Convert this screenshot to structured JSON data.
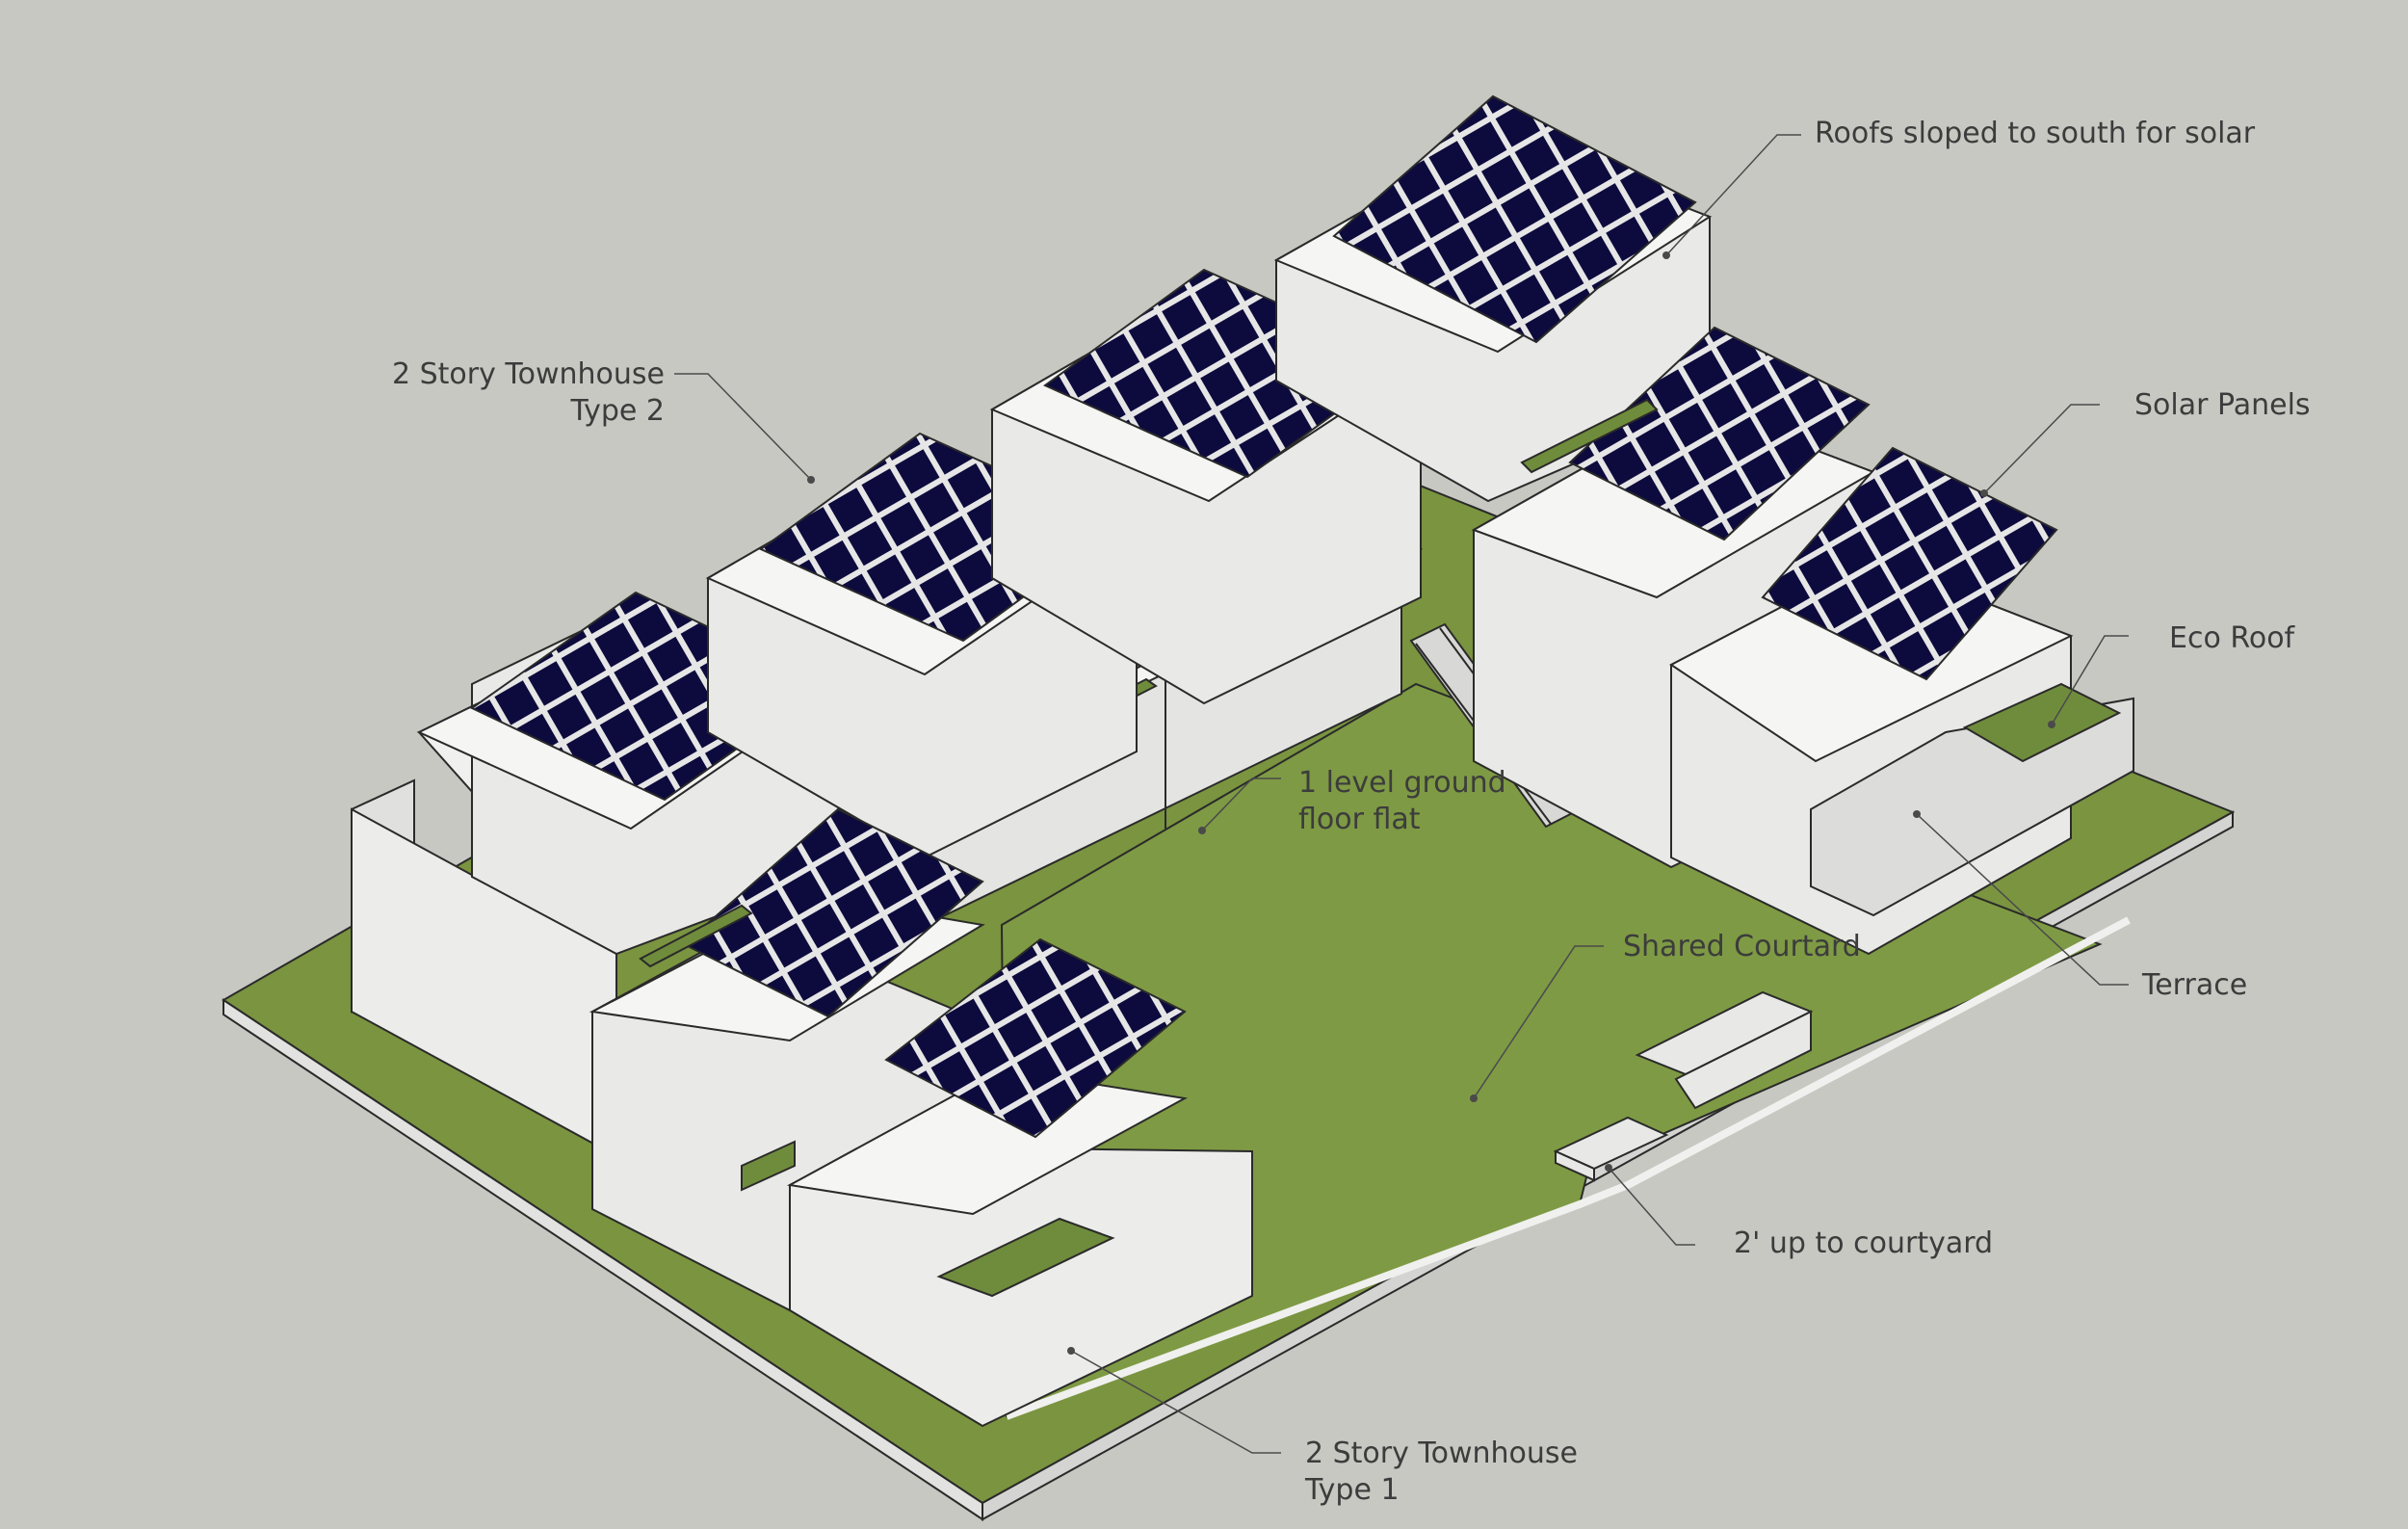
{
  "colors": {
    "background": "#c8c8c3",
    "grass": "#7a9440",
    "grass_dark": "#5f7a2e",
    "wall_light": "#ececea",
    "wall_side": "#dcdcda",
    "wall_shadow": "#cfcfcc",
    "roof_top": "#f2f2f0",
    "panel": "#0d0b3d",
    "outline": "#2a2a2a",
    "label_text": "#3c3c3c",
    "leader": "#4a4a4a"
  },
  "labels": {
    "roofs_sloped": {
      "line1": "Roofs sloped to south for solar"
    },
    "townhouse_type2": {
      "line1": "2 Story Townhouse",
      "line2": "Type 2"
    },
    "solar_panels": {
      "line1": "Solar Panels"
    },
    "eco_roof": {
      "line1": "Eco Roof"
    },
    "ground_flat": {
      "line1": "1 level ground",
      "line2": "floor flat"
    },
    "shared_courtyard": {
      "line1": "Shared Courtard"
    },
    "terrace": {
      "line1": "Terrace"
    },
    "up_to_courtyard": {
      "line1": "2' up to courtyard"
    },
    "townhouse_type1": {
      "line1": "2 Story Townhouse",
      "line2": "Type 1"
    }
  }
}
